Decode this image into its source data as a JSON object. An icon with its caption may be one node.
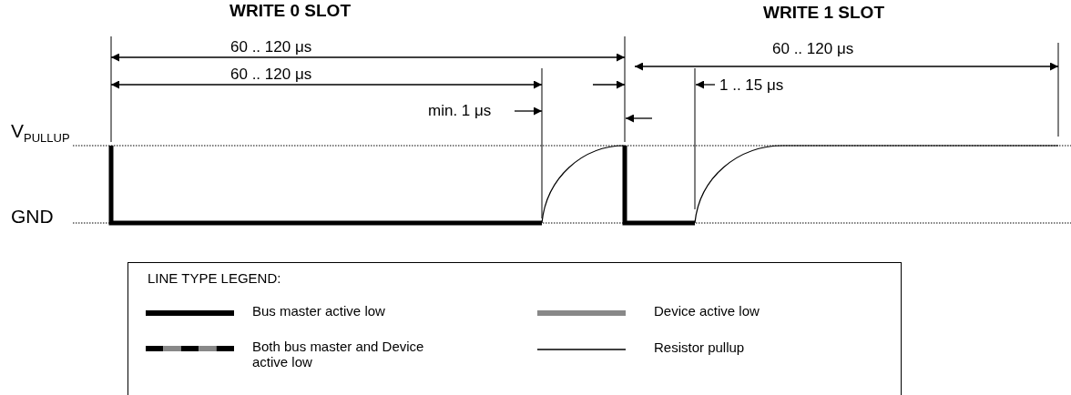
{
  "diagram": {
    "labels": [
      "WRITE 0 SLOT",
      "WRITE 1 SLOT",
      "60 .. 120 μs",
      "60 .. 120 μs",
      "60 .. 120 μs",
      "1 .. 15 μs",
      "V$_{PULLUP}$",
      "min. 1 μs",
      "GND",
      "LINE TYPE LEGEND:"
    ],
    "legend": [
      {
        "text": "Bus master active low"
      },
      {
        "text": "Device active low"
      },
      {
        "text": "Both bus master and Device active low"
      },
      {
        "text": "Resistor pullup"
      }
    ]
  }
}
